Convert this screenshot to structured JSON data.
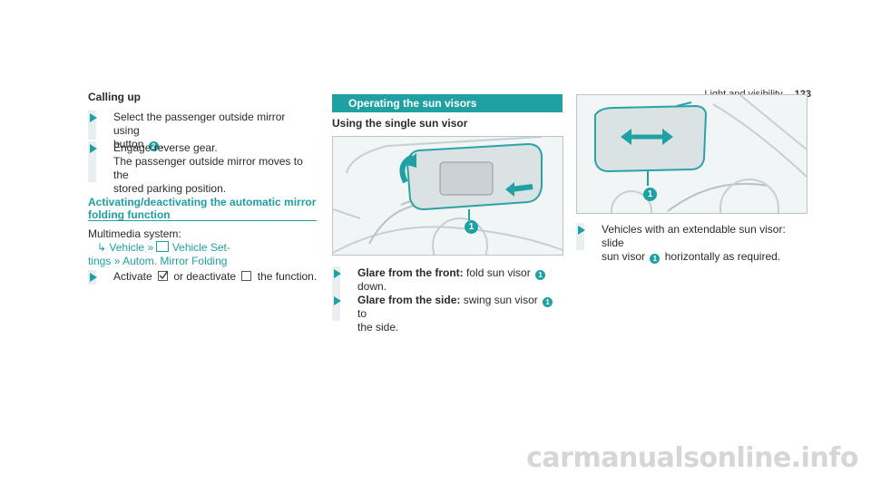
{
  "header": {
    "section": "Light and visibility",
    "page_number": "123"
  },
  "col1": {
    "calling_up_heading": "Calling up",
    "step1_line1": "Select the passenger outside mirror using",
    "step1_line2_pre": "button",
    "step1_badge": "2",
    "step1_line2_post": ".",
    "step2_line1": "Engage reverse gear.",
    "step2_line2": "The passenger outside mirror moves to the",
    "step2_line3": "stored parking position.",
    "activating_heading_line1": "Activating/deactivating the automatic mirror",
    "activating_heading_line2": "folding function",
    "multimedia_label": "Multimedia system:",
    "path_vehicle": "Vehicle",
    "path_settings_1": "Vehicle Set-",
    "path_settings_2": "tings",
    "path_autom": "Autom. Mirror Folding",
    "step3_activate": "Activate",
    "step3_middle": "or deactivate",
    "step3_end": "the function."
  },
  "col2": {
    "section_title": "Operating the sun visors",
    "sub_heading": "Using the single sun visor",
    "figure_badge": "1",
    "step1_bold": "Glare from the front:",
    "step1_rest": "fold sun visor",
    "step1_badge": "1",
    "step1_line2": "down.",
    "step2_bold": "Glare from the side:",
    "step2_rest": "swing sun visor",
    "step2_badge": "1",
    "step2_rest2": "to",
    "step2_line2": "the side."
  },
  "col3": {
    "figure_badge": "1",
    "step1_line1": "Vehicles with an extendable sun visor: slide",
    "step1_line2_pre": "sun visor",
    "step1_badge": "1",
    "step1_line2_post": "horizontally as required."
  },
  "footer": {
    "watermark": "carmanualsonline.info"
  },
  "colors": {
    "accent": "#1fa0a2",
    "text": "#2b2b2b",
    "bar": "#e9eef0"
  },
  "icons": [
    "right-arrow-bullet-icon",
    "return-arrow-icon",
    "double-chevron-icon",
    "car-settings-icon",
    "checkbox-checked-icon",
    "checkbox-empty-icon",
    "sun-visor-illustration",
    "watermark-logo"
  ]
}
